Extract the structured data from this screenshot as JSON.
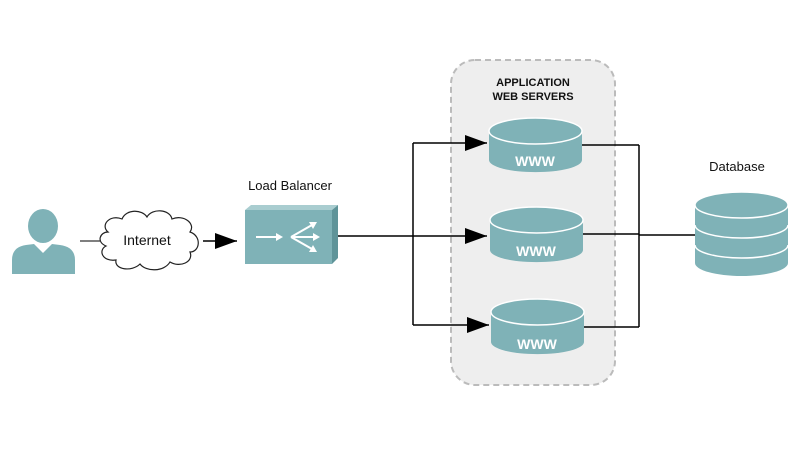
{
  "colors": {
    "node": "#7fb2b7",
    "group_fill": "#eeeeee",
    "group_border": "#bbbbbb",
    "line": "#000000"
  },
  "nodes": {
    "user": {
      "icon": "user-icon"
    },
    "internet": {
      "label": "Internet",
      "icon": "cloud-icon"
    },
    "load_balancer": {
      "label": "Load Balancer",
      "icon": "load-balancer-icon"
    },
    "group": {
      "title_line1": "APPLICATION",
      "title_line2": "WEB SERVERS"
    },
    "servers": [
      {
        "label": "WWW"
      },
      {
        "label": "WWW"
      },
      {
        "label": "WWW"
      }
    ],
    "database": {
      "label": "Database",
      "icon": "database-icon"
    }
  }
}
